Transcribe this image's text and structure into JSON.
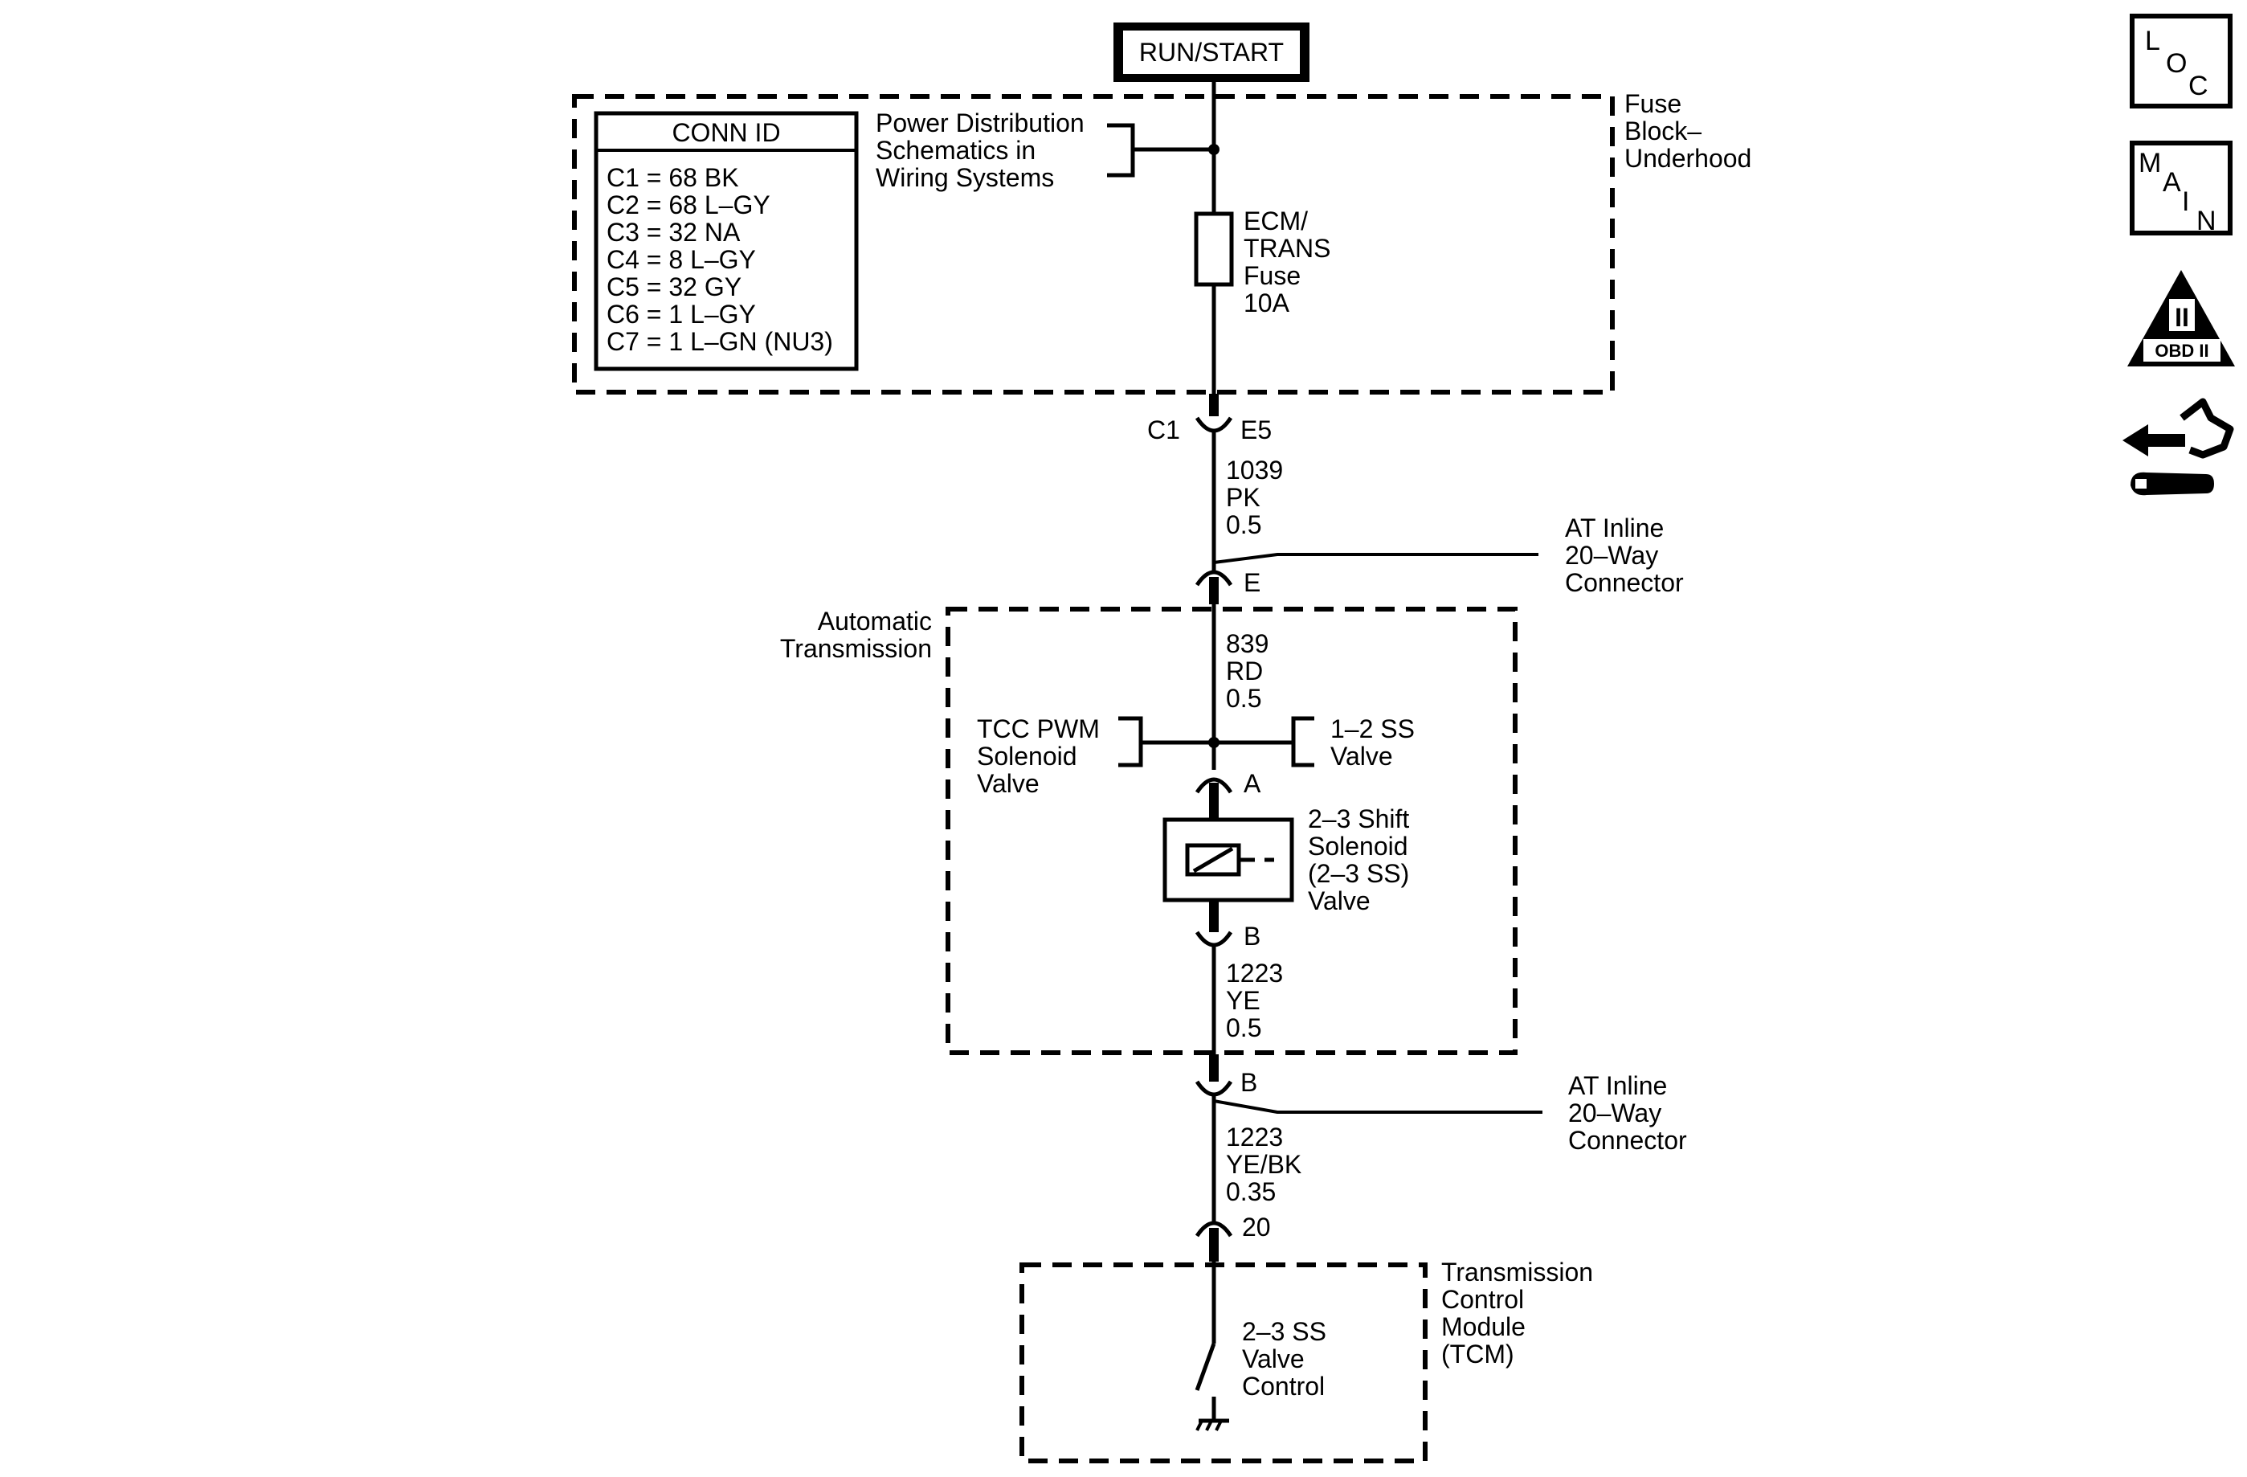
{
  "power": {
    "source": "RUN/START"
  },
  "fuse_block": {
    "name": [
      "Fuse",
      "Block–",
      "Underhood"
    ],
    "conn_id": {
      "title": "CONN ID",
      "rows": [
        "C1 = 68 BK",
        "C2 = 68 L–GY",
        "C3 = 32 NA",
        "C4 = 8 L–GY",
        "C5 = 32 GY",
        "C6 = 1 L–GY",
        "C7 = 1 L–GN (NU3)"
      ]
    },
    "power_ref": [
      "Power Distribution",
      "Schematics in",
      "Wiring Systems"
    ],
    "fuse": [
      "ECM/",
      "TRANS",
      "Fuse",
      "10A"
    ],
    "connector_left": "C1",
    "connector_right": "E5"
  },
  "wire1": [
    "1039",
    "PK",
    "0.5"
  ],
  "inline1": {
    "name": [
      "AT Inline",
      "20–Way",
      "Connector"
    ],
    "pin": "E"
  },
  "transmission": {
    "name": [
      "Automatic",
      "Transmission"
    ],
    "wire": [
      "839",
      "RD",
      "0.5"
    ],
    "tcc": [
      "TCC PWM",
      "Solenoid",
      "Valve"
    ],
    "ss12": [
      "1–2 SS",
      "Valve"
    ],
    "pin_a": "A",
    "solenoid": [
      "2–3 Shift",
      "Solenoid",
      "(2–3 SS)",
      "Valve"
    ],
    "pin_b": "B",
    "wire_out": [
      "1223",
      "YE",
      "0.5"
    ]
  },
  "inline2": {
    "name": [
      "AT Inline",
      "20–Way",
      "Connector"
    ],
    "pin": "B"
  },
  "wire2": [
    "1223",
    "YE/BK",
    "0.35"
  ],
  "tcm": {
    "pin": "20",
    "name": [
      "Transmission",
      "Control",
      "Module",
      "(TCM)"
    ],
    "control": [
      "2–3 SS",
      "Valve",
      "Control"
    ]
  },
  "side_icons": {
    "loc": [
      "L",
      "O",
      "C"
    ],
    "main": [
      "M",
      "A",
      "I",
      "N"
    ],
    "obd": {
      "numeral": "II",
      "label": "OBD II"
    },
    "icon_names": [
      "loc-icon",
      "main-icon",
      "obd-ii-icon",
      "component-view-icon"
    ]
  }
}
